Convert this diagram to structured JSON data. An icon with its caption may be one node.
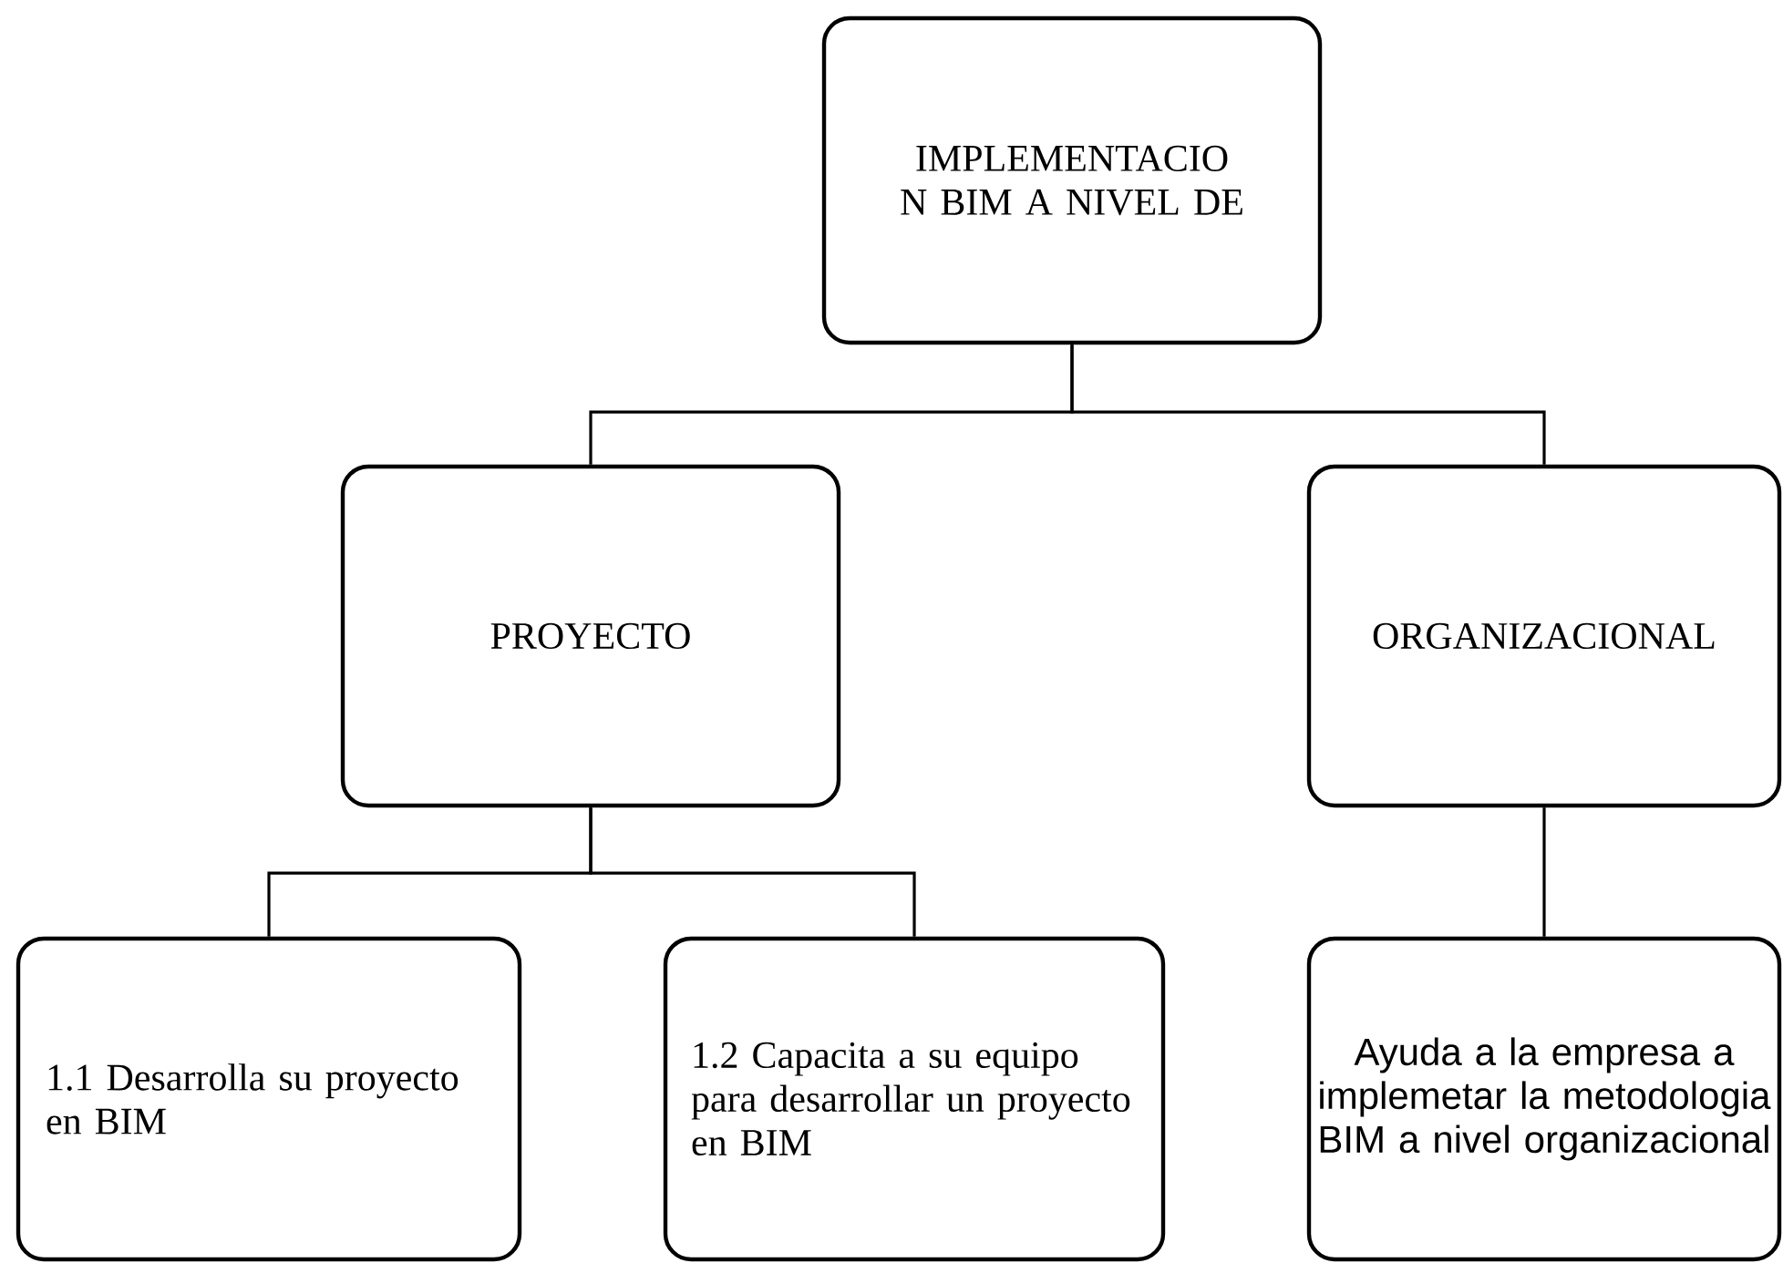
{
  "diagram": {
    "nodes": [
      {
        "text": [
          "IMPLEMENTACIO N BIM A NIVEL DE"
        ]
      },
      {
        "text": [
          "PROYECTO"
        ]
      },
      {
        "text": [
          "ORGANIZACIONAL"
        ]
      },
      {
        "text": [
          "1.1 Desarrolla su proyecto en BIM"
        ]
      },
      {
        "text": [
          "1.2 Capacita a su equipo para desarrollar un proyecto en BIM"
        ]
      },
      {
        "text": [
          "Ayuda a la empresa a implemetar la metodologia BIM a nivel organizacional"
        ]
      }
    ],
    "edges": [
      {
        "from": 0,
        "to": 1,
        "arrow": "none"
      },
      {
        "from": 0,
        "to": 2,
        "arrow": "none"
      },
      {
        "from": 1,
        "to": 3,
        "arrow": "none"
      },
      {
        "from": 1,
        "to": 4,
        "arrow": "none"
      },
      {
        "from": 2,
        "to": 5,
        "arrow": "none"
      }
    ]
  }
}
